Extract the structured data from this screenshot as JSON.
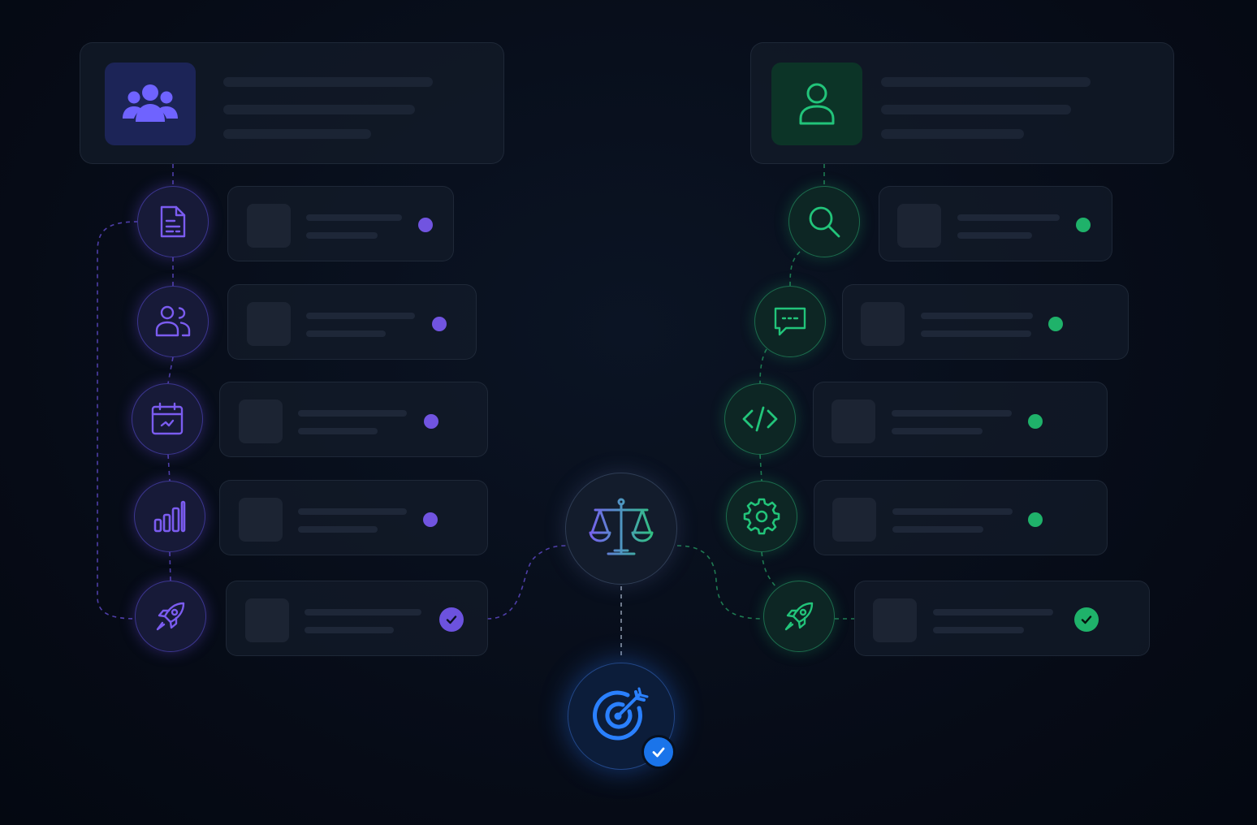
{
  "colors": {
    "purple_accent": "#7b5cf0",
    "green_accent": "#22c47a",
    "target_blue": "#2a80ff",
    "background": "#060b16"
  },
  "left_track": {
    "header_icon": "team-icon",
    "steps": [
      {
        "icon": "document-icon",
        "status": "pending"
      },
      {
        "icon": "users-icon",
        "status": "pending"
      },
      {
        "icon": "calendar-icon",
        "status": "pending"
      },
      {
        "icon": "bar-chart-icon",
        "status": "pending"
      },
      {
        "icon": "rocket-icon",
        "status": "complete"
      }
    ]
  },
  "right_track": {
    "header_icon": "user-icon",
    "steps": [
      {
        "icon": "search-icon",
        "status": "pending"
      },
      {
        "icon": "chat-icon",
        "status": "pending"
      },
      {
        "icon": "code-icon",
        "status": "pending"
      },
      {
        "icon": "gear-icon",
        "status": "pending"
      },
      {
        "icon": "rocket-icon",
        "status": "complete"
      }
    ]
  },
  "center": {
    "balance_icon": "balance-scale-icon",
    "goal_icon": "target-icon",
    "goal_status": "complete"
  }
}
